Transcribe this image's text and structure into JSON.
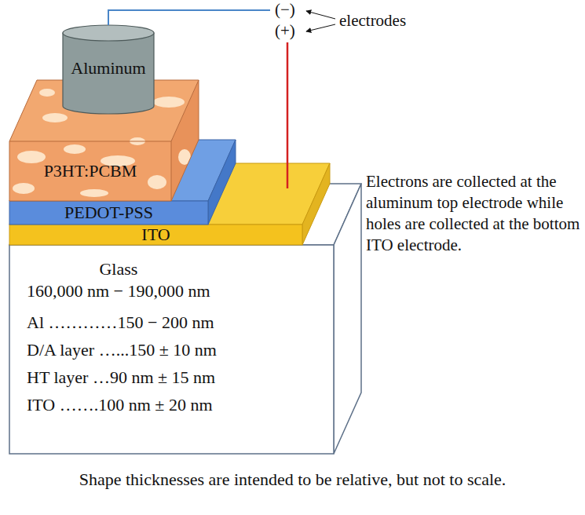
{
  "diagram": {
    "caption": "Shape thicknesses are intended to be relative, but not to scale.",
    "nodes": [
      {
        "text": [
          "Aluminum"
        ]
      },
      {
        "text": [
          "P3HT:PCBM"
        ]
      },
      {
        "text": [
          "PEDOT-PSS"
        ]
      },
      {
        "text": [
          "ITO"
        ]
      },
      {
        "text": [
          "Glass",
          "160,000 nm − 190,000 nm",
          "Al …………150 − 200 nm",
          "D/A layer …...150 ± 10 nm",
          "HT layer …90 nm ± 15 nm",
          "ITO …….100 nm ± 20 nm"
        ]
      }
    ],
    "labels": [
      "(−)",
      "(+)",
      "electrodes",
      "Electrons are collected at the aluminum top electrode while holes are collected at the bottom ITO electrode."
    ]
  }
}
